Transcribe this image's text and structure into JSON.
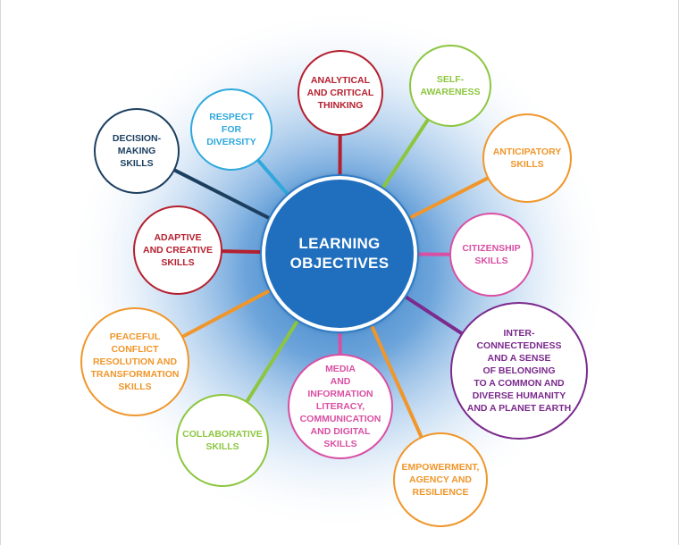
{
  "center": {
    "label": "LEARNING\nOBJECTIVES",
    "color": "#1f6fbe"
  },
  "nodes": [
    {
      "id": "analytical-critical-thinking",
      "label": "ANALYTICAL\nAND CRITICAL\nTHINKING",
      "color": "#b5202f"
    },
    {
      "id": "self-awareness",
      "label": "SELF-\nAWARENESS",
      "color": "#8cc63f"
    },
    {
      "id": "anticipatory-skills",
      "label": "ANTICIPATORY\nSKILLS",
      "color": "#f0962a"
    },
    {
      "id": "citizenship-skills",
      "label": "CITIZENSHIP\nSKILLS",
      "color": "#d94fa3"
    },
    {
      "id": "interconnectedness",
      "label": "INTER-\nCONNECTEDNESS\nAND A SENSE\nOF BELONGING\nTO A COMMON AND\nDIVERSE HUMANITY\nAND A PLANET EARTH",
      "color": "#7b2a8d"
    },
    {
      "id": "empowerment-agency-resilience",
      "label": "EMPOWERMENT,\nAGENCY AND\nRESILIENCE",
      "color": "#f0962a"
    },
    {
      "id": "media-information-literacy",
      "label": "MEDIA\nAND\nINFORMATION\nLITERACY,\nCOMMUNICATION\nAND DIGITAL\nSKILLS",
      "color": "#d94fa3"
    },
    {
      "id": "collaborative-skills",
      "label": "COLLABORATIVE\nSKILLS",
      "color": "#8cc63f"
    },
    {
      "id": "peaceful-conflict-resolution",
      "label": "PEACEFUL\nCONFLICT\nRESOLUTION AND\nTRANSFORMATION\nSKILLS",
      "color": "#f0962a"
    },
    {
      "id": "adaptive-creative-skills",
      "label": "ADAPTIVE\nAND CREATIVE\nSKILLS",
      "color": "#b5202f"
    },
    {
      "id": "decision-making-skills",
      "label": "DECISION-\nMAKING\nSKILLS",
      "color": "#1c3f60"
    },
    {
      "id": "respect-for-diversity",
      "label": "RESPECT\nFOR\nDIVERSITY",
      "color": "#2fa8dc"
    }
  ]
}
